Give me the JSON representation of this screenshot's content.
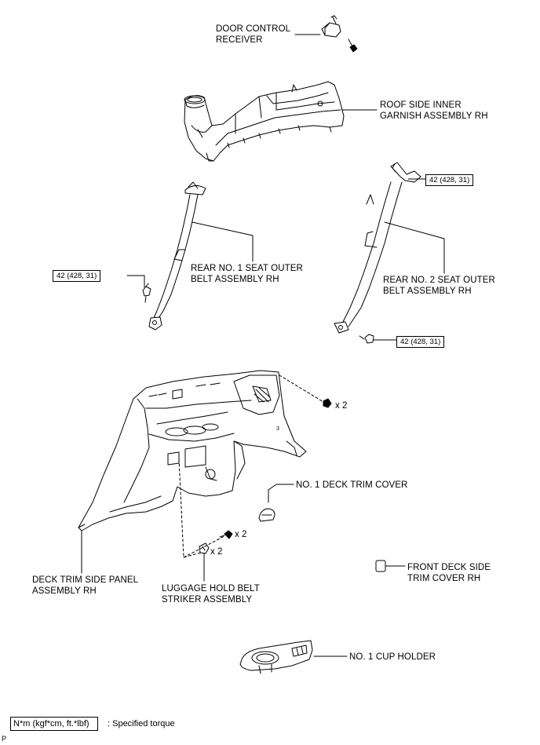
{
  "labels": {
    "door_control_receiver": "DOOR CONTROL\nRECEIVER",
    "roof_side_garnish": "ROOF SIDE INNER\nGARNISH ASSEMBLY RH",
    "rear_no1_belt": "REAR NO. 1 SEAT OUTER\nBELT ASSEMBLY RH",
    "rear_no2_belt": "REAR NO. 2 SEAT OUTER\nBELT ASSEMBLY RH",
    "no1_deck_trim_cover": "NO. 1 DECK TRIM COVER",
    "deck_trim_side_panel": "DECK TRIM SIDE PANEL\nASSEMBLY RH",
    "luggage_hold_belt": "LUGGAGE HOLD BELT\nSTRIKER ASSEMBLY",
    "front_deck_side_cover": "FRONT DECK SIDE\nTRIM COVER RH",
    "no1_cup_holder": "NO. 1 CUP HOLDER"
  },
  "torques": {
    "rear_no1_anchor": "42 (428, 31)",
    "rear_no2_upper": "42 (428, 31)",
    "rear_no2_lower": "42 (428, 31)"
  },
  "quantities": {
    "panel_clips": "x 2",
    "striker_bolts": "x 2",
    "striker_clips": "x 2"
  },
  "legend": {
    "unit": "N*m (kgf*cm, ft.*lbf)",
    "description": ": Specified torque"
  },
  "corner_mark": "P",
  "panel_mark": "3"
}
